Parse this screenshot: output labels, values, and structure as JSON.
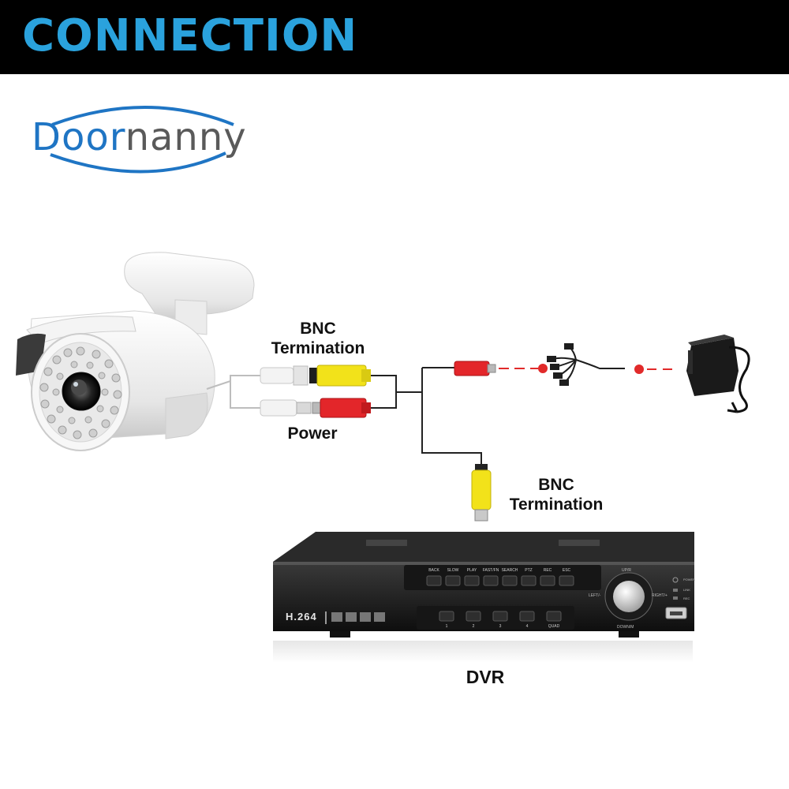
{
  "banner": {
    "title": "CONNECTION",
    "title_color": "#2aa2dd",
    "bg_color": "#000000"
  },
  "logo": {
    "part1": "Door",
    "part2": "nanny",
    "color1": "#1f75c4",
    "color2": "#5a5a5a",
    "swoosh_color": "#1f75c4"
  },
  "labels": {
    "bnc_top_line1": "BNC",
    "bnc_top_line2": "Termination",
    "power": "Power",
    "bnc_right_line1": "BNC",
    "bnc_right_line2": "Termination",
    "dvr": "DVR"
  },
  "dvr_panel": {
    "brand": "H.264",
    "buttons": [
      "BACK",
      "SLOW",
      "PLAY",
      "FAST/FN",
      "SEARCH",
      "PTZ",
      "REC",
      "ESC"
    ],
    "channels": [
      "1",
      "2",
      "3",
      "4",
      "QUAD"
    ],
    "dial_labels": {
      "up": "UP/R",
      "left": "LEFT/-",
      "right": "RIGHT/+",
      "down": "DOWN/M"
    },
    "status": [
      "POWER",
      "LINK",
      "REC"
    ]
  },
  "colors": {
    "bnc_yellow": "#f2e21a",
    "power_red": "#e3262a",
    "wire": "#222222",
    "dashed": "#e12a2a"
  }
}
